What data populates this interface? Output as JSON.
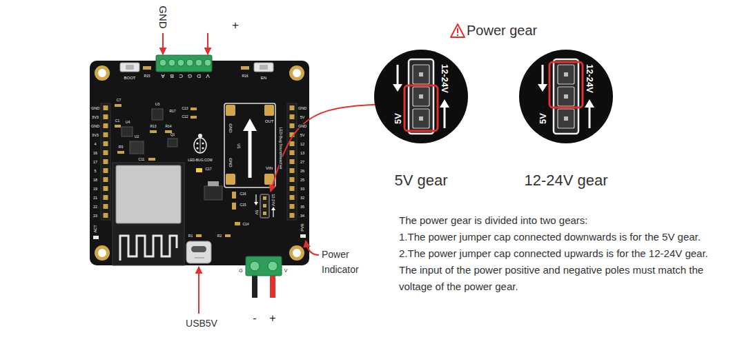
{
  "diagram": {
    "title": "Power gear",
    "nodes": [
      {
        "text": [
          "12-24V",
          "5V"
        ]
      },
      {
        "text": [
          "12-24V",
          "5V",
          "5V gear"
        ]
      },
      {
        "text": [
          "12-24V",
          "5V",
          "12-24V gear"
        ]
      }
    ],
    "edges": [
      {
        "from": 1,
        "to": 0,
        "arrow": "to"
      }
    ],
    "labels": [
      "GND",
      "+",
      "BOOT",
      "R15",
      "A",
      "B",
      "C",
      "G",
      "D",
      "V",
      "R16",
      "EN",
      "GND",
      "3V3",
      "GND",
      "3V3",
      "4",
      "16",
      "17",
      "5",
      "18",
      "19",
      "21",
      "22",
      "23",
      "ACT",
      "GND",
      "5V",
      "GND",
      "5V",
      "12",
      "13",
      "27",
      "26",
      "25",
      "33",
      "32",
      "35",
      "34",
      "PVR",
      "C7",
      "U3",
      "R17",
      "C13",
      "C12",
      "R13",
      "R14",
      "C1",
      "U4",
      "R9",
      "U2",
      "Q1",
      "C11",
      "C17",
      "C16",
      "C15",
      "C14",
      "R1",
      "R2",
      "GND",
      "OUT",
      "U1",
      "GND",
      "VIN",
      "LED-BUG.COM",
      "LED-Bug SoundReactive",
      "G",
      "V",
      "USB5V",
      "Power Indicator",
      "-",
      "+",
      "The power gear is divided into two gears:",
      "1.The power jumper cap connected downwards is for the 5V gear.",
      "2.The power jumper cap connected upwards is for the 12-24V gear.",
      "The input of the power positive and negative poles must match the voltage of the power gear."
    ]
  }
}
